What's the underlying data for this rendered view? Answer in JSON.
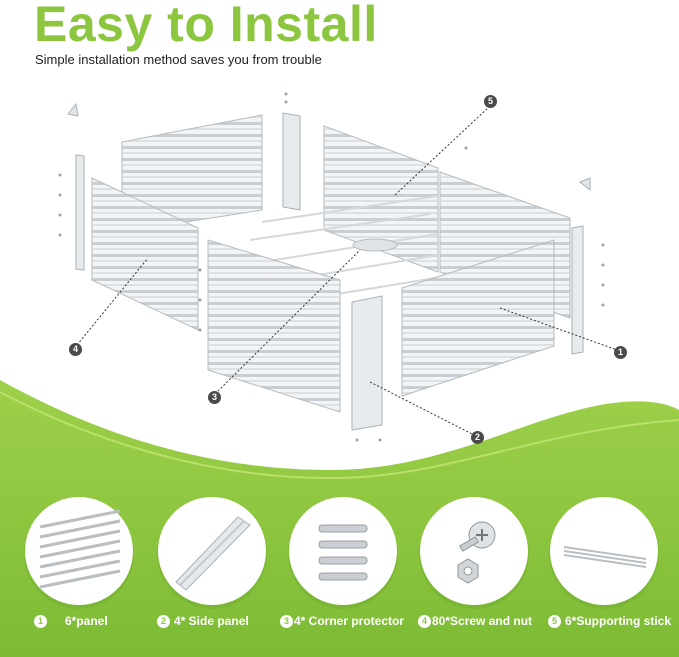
{
  "title": "Easy to Install",
  "subtitle": "Simple installation method saves you from trouble",
  "callouts": [
    "1",
    "2",
    "3",
    "4",
    "5"
  ],
  "parts": [
    {
      "num": "1",
      "label": "6*panel"
    },
    {
      "num": "2",
      "label": "4* Side panel"
    },
    {
      "num": "3",
      "label": "4* Corner protector"
    },
    {
      "num": "4",
      "label": "80*Screw and nut"
    },
    {
      "num": "5",
      "label": "6*Supporting stick"
    }
  ],
  "colors": {
    "accent": "#8cc63f",
    "accent_dark": "#6fb02d",
    "text": "#222222"
  }
}
